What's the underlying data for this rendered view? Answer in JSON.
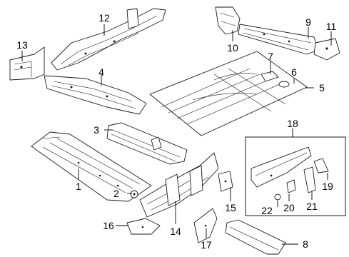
{
  "callouts": [
    "1",
    "2",
    "3",
    "4",
    "5",
    "6",
    "7",
    "8",
    "9",
    "10",
    "11",
    "12",
    "13",
    "14",
    "15",
    "16",
    "17",
    "18",
    "19",
    "20",
    "21",
    "22"
  ],
  "colors": {
    "line": "#1a1a1a",
    "background": "#ffffff"
  }
}
